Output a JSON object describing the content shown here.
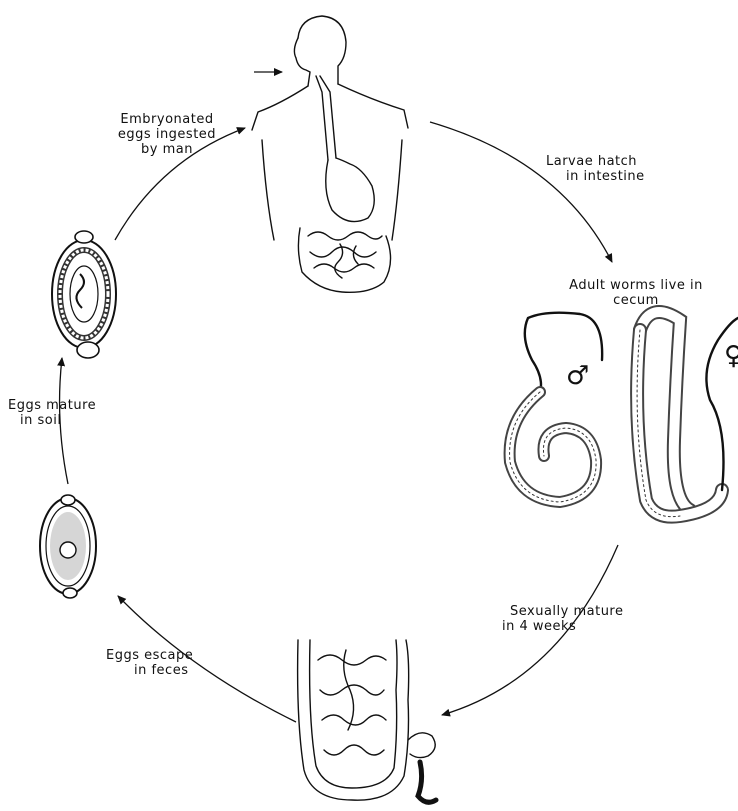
{
  "labels": {
    "embryonated_line1": "Embryonated",
    "embryonated_line2": "eggs ingested",
    "embryonated_line3": "by man",
    "larvae_line1": "Larvae hatch",
    "larvae_line2": "in intestine",
    "adult_line1": "Adult worms live in",
    "adult_line2": "cecum",
    "mature_line1": "Sexually mature",
    "mature_line2": "in 4 weeks",
    "escape_line1": "Eggs escape",
    "escape_line2": "in feces",
    "soil_line1": "Eggs mature",
    "soil_line2": "in soil"
  },
  "symbols": {
    "male": "♂",
    "female": "♀"
  },
  "stages": [
    "human-host",
    "adult-worms",
    "large-intestine",
    "unembryonated-egg",
    "embryonated-egg"
  ]
}
